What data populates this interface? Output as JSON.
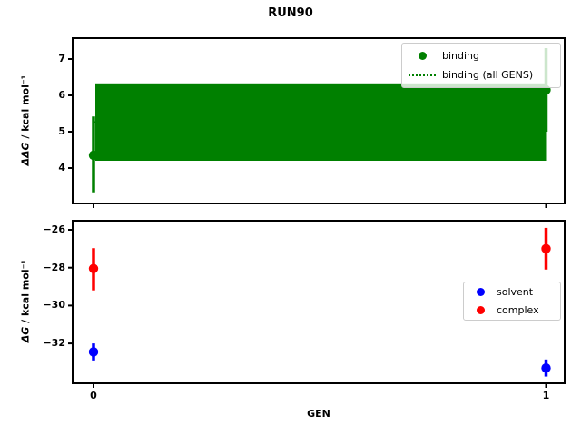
{
  "title": "RUN90",
  "chart_data": [
    {
      "type": "errorbar-scatter",
      "title": "RUN90",
      "xlabel": "",
      "ylabel": "ΔΔG / kcal mol⁻¹",
      "ylabel_math": "ΔΔG",
      "ylabel_unit": " / kcal mol⁻¹",
      "xlim": [
        -0.05,
        1.05
      ],
      "ylim": [
        3.0,
        7.6
      ],
      "yticks": [
        7,
        6,
        5,
        4
      ],
      "yticklabels": [
        "7",
        "6",
        "5",
        "4"
      ],
      "xticks": [
        0,
        1
      ],
      "xticklabels": [],
      "grid": false,
      "legend_position": "upper right",
      "series": [
        {
          "name": "binding",
          "marker": "circle",
          "color": "#008000",
          "x": [
            0,
            1
          ],
          "y": [
            4.35,
            6.15
          ],
          "yerr_lower": [
            1.02,
            1.15
          ],
          "yerr_upper": [
            1.07,
            1.15
          ]
        },
        {
          "name": "binding (all GENS)",
          "linestyle": "dotted",
          "color": "#008000",
          "value": 5.27,
          "band": [
            4.2,
            6.33
          ],
          "band_x": [
            0,
            1
          ]
        }
      ]
    },
    {
      "type": "errorbar-scatter",
      "title": "",
      "xlabel": "GEN",
      "ylabel": "ΔG / kcal mol⁻¹",
      "ylabel_math": "ΔG",
      "ylabel_unit": " / kcal mol⁻¹",
      "xlim": [
        -0.05,
        1.05
      ],
      "ylim": [
        -34.1,
        -25.5
      ],
      "yticks": [
        -26,
        -28,
        -30,
        -32
      ],
      "yticklabels": [
        "−26",
        "−28",
        "−30",
        "−32"
      ],
      "xticks": [
        0,
        1
      ],
      "xticklabels": [
        "0",
        "1"
      ],
      "grid": false,
      "legend_position": "center right",
      "series": [
        {
          "name": "solvent",
          "marker": "circle",
          "color": "#0000ff",
          "x": [
            0,
            1
          ],
          "y": [
            -32.45,
            -33.3
          ],
          "yerr_lower": [
            0.45,
            0.45
          ],
          "yerr_upper": [
            0.45,
            0.45
          ]
        },
        {
          "name": "complex",
          "marker": "circle",
          "color": "#ff0000",
          "x": [
            0,
            1
          ],
          "y": [
            -28.05,
            -27.0
          ],
          "yerr_lower": [
            1.15,
            1.1
          ],
          "yerr_upper": [
            1.08,
            1.1
          ]
        }
      ]
    }
  ]
}
